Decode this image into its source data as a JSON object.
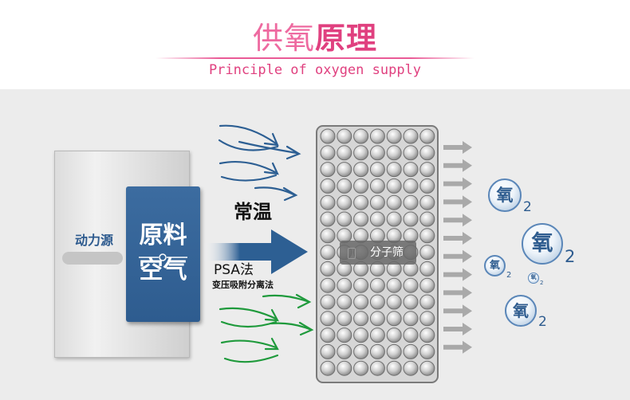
{
  "header": {
    "title_light": "供氧",
    "title_bold": "原理",
    "subtitle": "Principle of oxygen supply"
  },
  "diagram": {
    "power_source": "动力源",
    "raw_material": "原料",
    "raw_air": "空气",
    "temperature": "常温",
    "method": "PSA法",
    "method_full": "变压吸附分离法",
    "molecular_sieve": "分子筛",
    "oxygen_char": "氧",
    "oxygen_sub": "2"
  },
  "colors": {
    "pink_accent": "#e0407f",
    "blue_primary": "#2e5c8f",
    "arrow_blue": "#2d5f93",
    "arrow_green": "#1f9a3c",
    "gray_arrow": "#a9a9a9",
    "stage_bg": "#ececec"
  },
  "icons": [
    "air-flow-arrows",
    "green-flow-arrows",
    "main-arrow",
    "sieve-bead-grid",
    "output-arrows",
    "oxygen-molecule"
  ]
}
